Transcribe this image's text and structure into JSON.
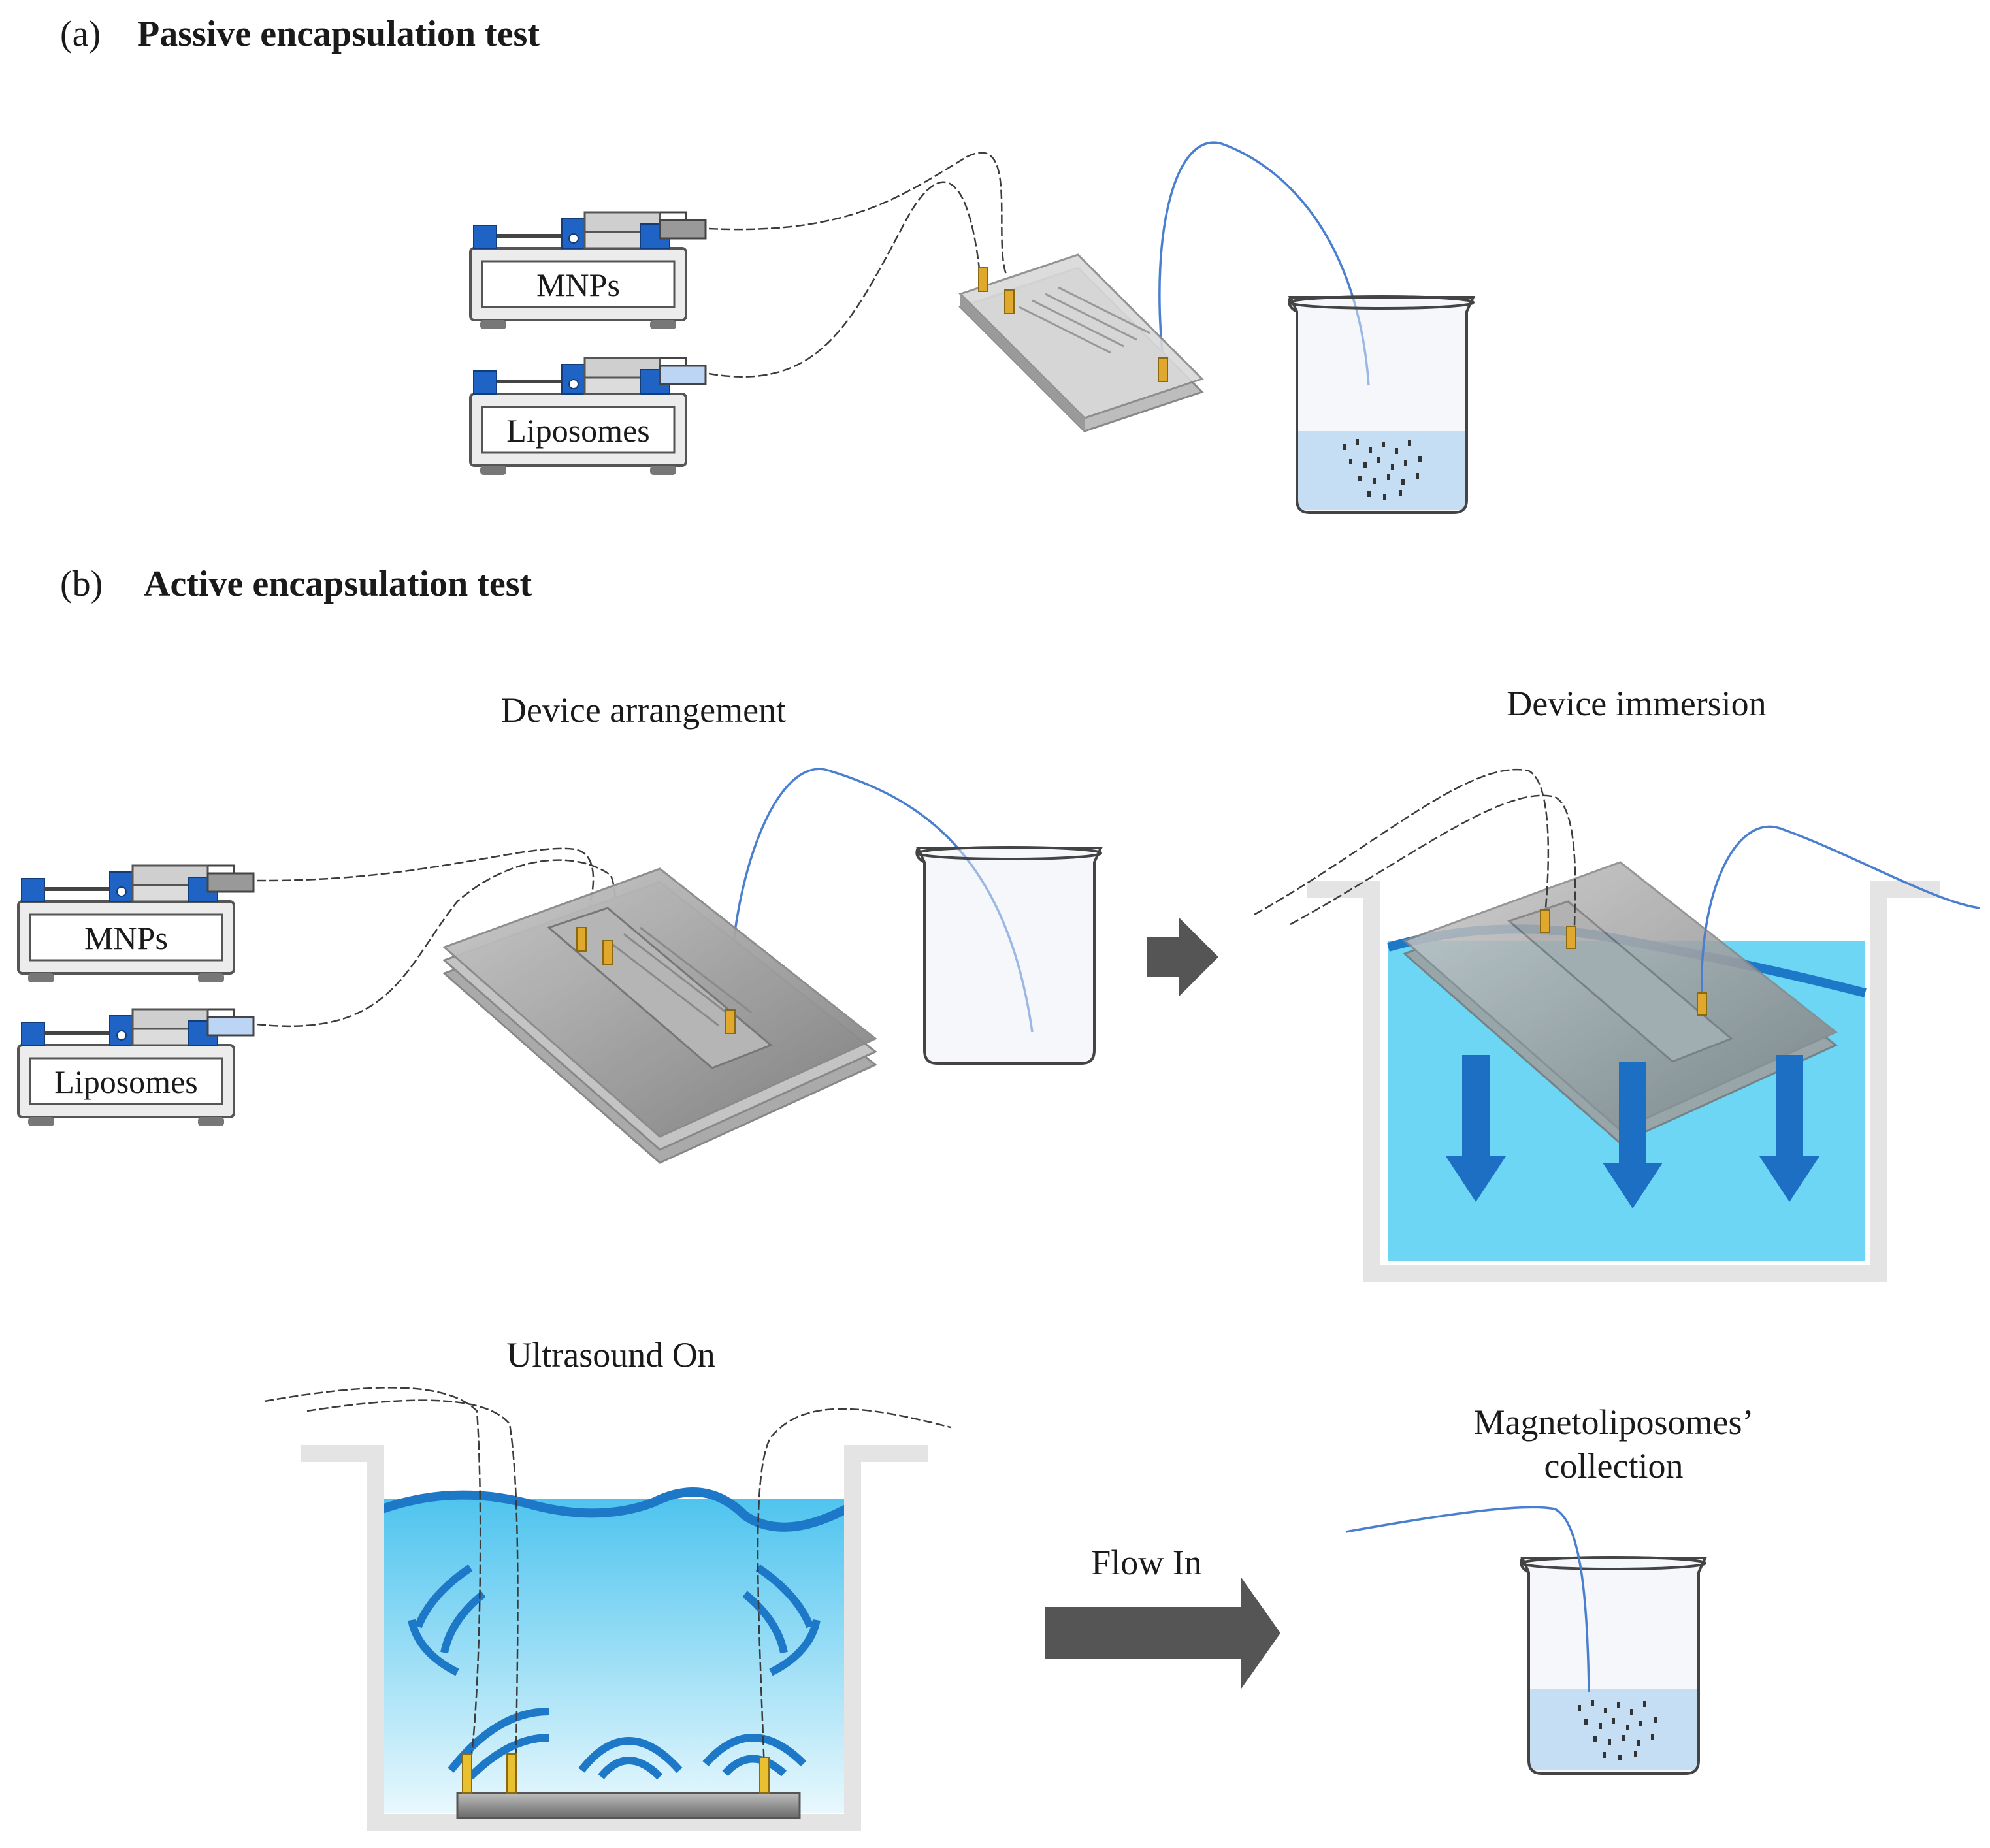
{
  "panels": {
    "a": {
      "letter": "(a)",
      "title": "Passive encapsulation test"
    },
    "b": {
      "letter": "(b)",
      "title": "Active encapsulation test"
    }
  },
  "pumps": {
    "mnps": "MNPs",
    "liposomes": "Liposomes"
  },
  "steps": {
    "arrangement": "Device arrangement",
    "immersion": "Device immersion",
    "ultrasound": "Ultrasound On",
    "flow_in": "Flow In",
    "collection_line1": "Magnetoliposomes’",
    "collection_line2": "collection"
  },
  "colors": {
    "pump_blue": "#1f63c4",
    "water_light": "#8fc3ee",
    "bath_water": "#6cd6f4",
    "bath_water_dark": "#1d78c8",
    "chip_grey": "#9a9a9a",
    "connector_gold": "#e0a82c",
    "arrow_grey": "#555555"
  }
}
